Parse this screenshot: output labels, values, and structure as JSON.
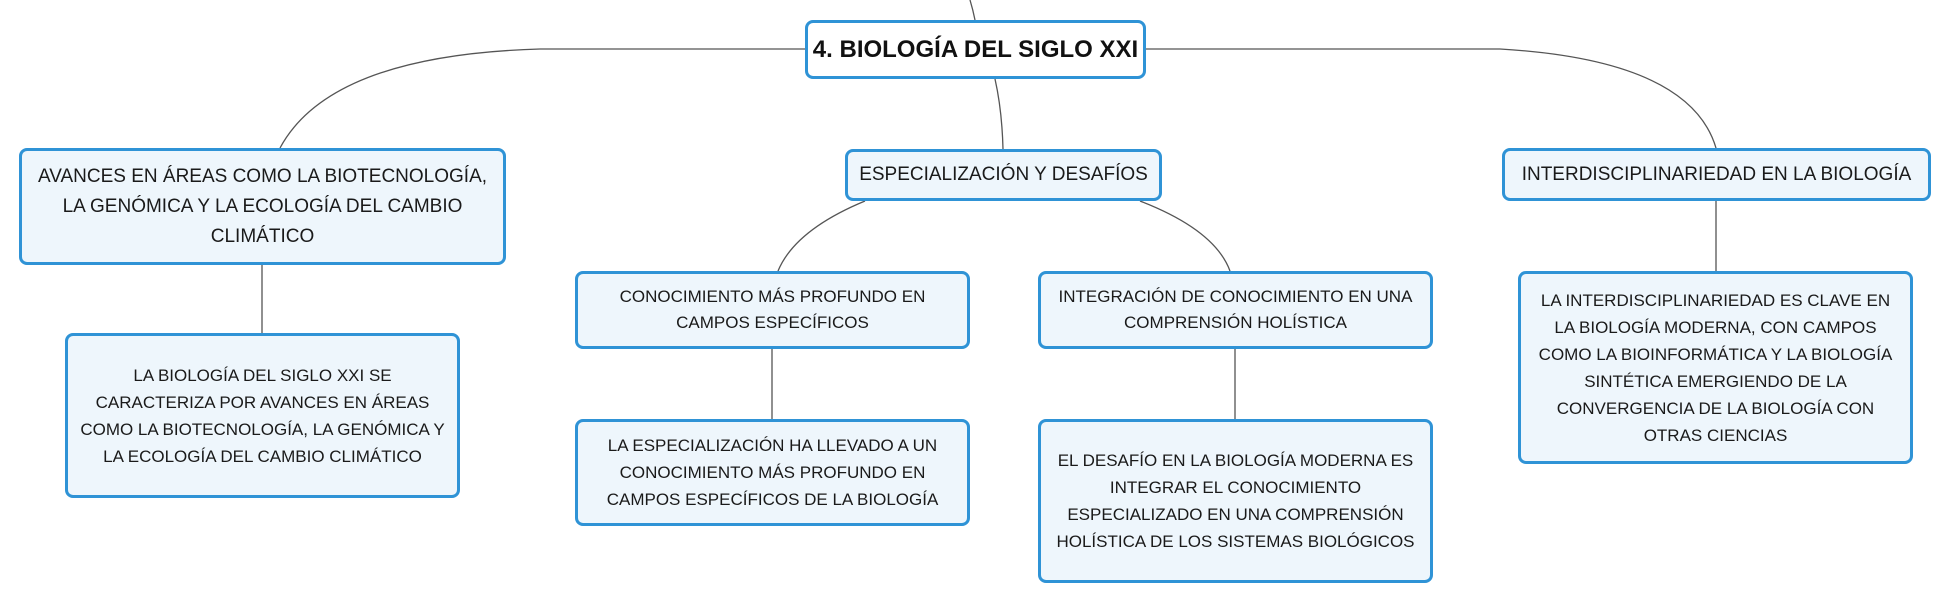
{
  "colors": {
    "node_border": "#2f93d6",
    "node_fill": "#eef6fc",
    "root_fill": "#ffffff",
    "connector": "#555555"
  },
  "root": {
    "label": "4. BIOLOGÍA DEL SIGLO XXI"
  },
  "branches": [
    {
      "label": "AVANCES EN ÁREAS COMO LA BIOTECNOLOGÍA, LA GENÓMICA Y LA ECOLOGÍA DEL CAMBIO CLIMÁTICO",
      "children": [
        {
          "label": "LA BIOLOGÍA DEL SIGLO XXI SE CARACTERIZA POR AVANCES EN ÁREAS COMO LA BIOTECNOLOGÍA, LA GENÓMICA Y LA ECOLOGÍA DEL CAMBIO CLIMÁTICO"
        }
      ]
    },
    {
      "label": "ESPECIALIZACIÓN Y DESAFÍOS",
      "children": [
        {
          "label": "CONOCIMIENTO MÁS PROFUNDO EN CAMPOS ESPECÍFICOS",
          "children": [
            {
              "label": "LA ESPECIALIZACIÓN HA LLEVADO A UN CONOCIMIENTO MÁS PROFUNDO EN CAMPOS ESPECÍFICOS DE LA BIOLOGÍA"
            }
          ]
        },
        {
          "label": "INTEGRACIÓN DE CONOCIMIENTO EN UNA COMPRENSIÓN HOLÍSTICA",
          "children": [
            {
              "label": "EL DESAFÍO EN LA BIOLOGÍA MODERNA ES INTEGRAR EL CONOCIMIENTO ESPECIALIZADO EN UNA COMPRENSIÓN HOLÍSTICA DE LOS SISTEMAS BIOLÓGICOS"
            }
          ]
        }
      ]
    },
    {
      "label": "INTERDISCIPLINARIEDAD EN LA BIOLOGÍA",
      "children": [
        {
          "label": "LA INTERDISCIPLINARIEDAD ES CLAVE EN LA BIOLOGÍA MODERNA, CON CAMPOS COMO LA BIOINFORMÁTICA Y LA BIOLOGÍA SINTÉTICA EMERGIENDO DE LA CONVERGENCIA DE LA BIOLOGÍA CON OTRAS CIENCIAS"
        }
      ]
    }
  ]
}
